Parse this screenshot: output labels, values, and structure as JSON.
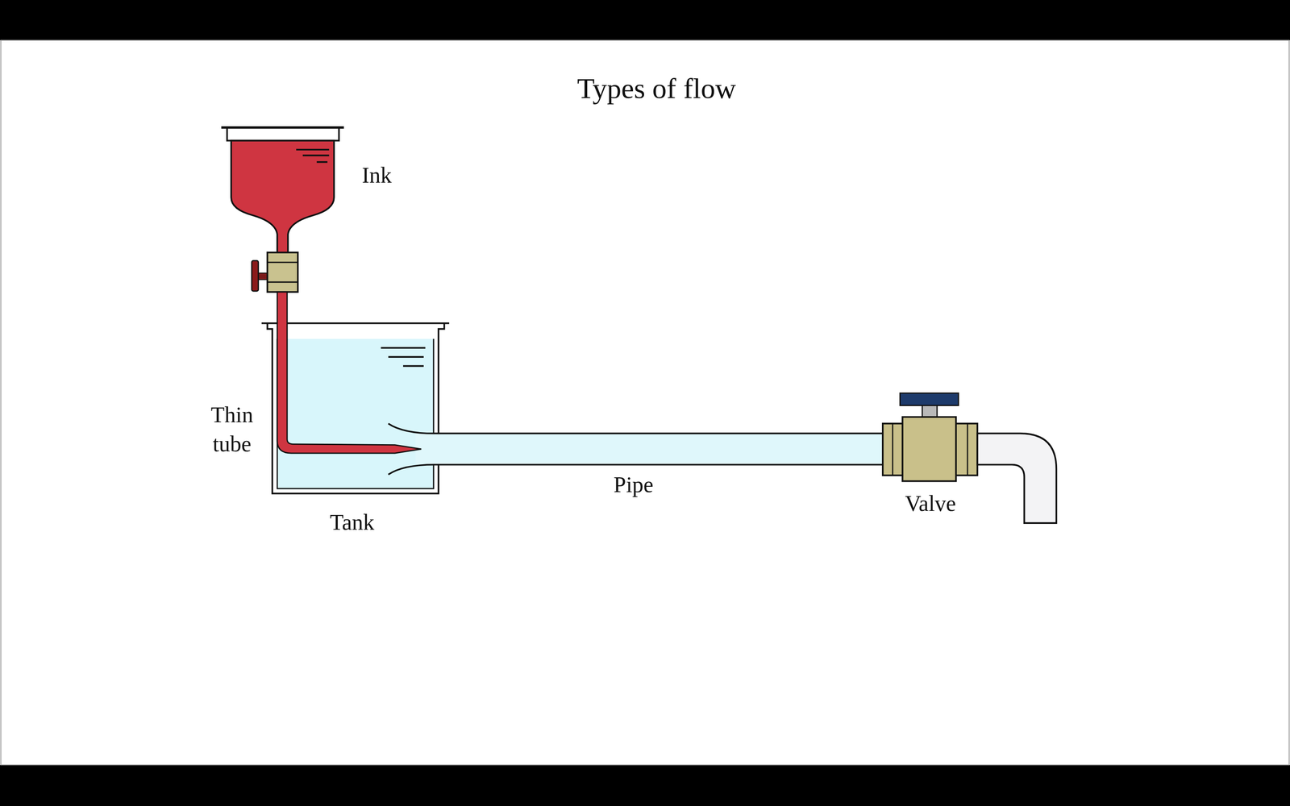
{
  "diagram": {
    "title": "Types of flow",
    "labels": [
      "Ink",
      "Thin tube",
      "Tank",
      "Pipe",
      "Valve"
    ]
  }
}
